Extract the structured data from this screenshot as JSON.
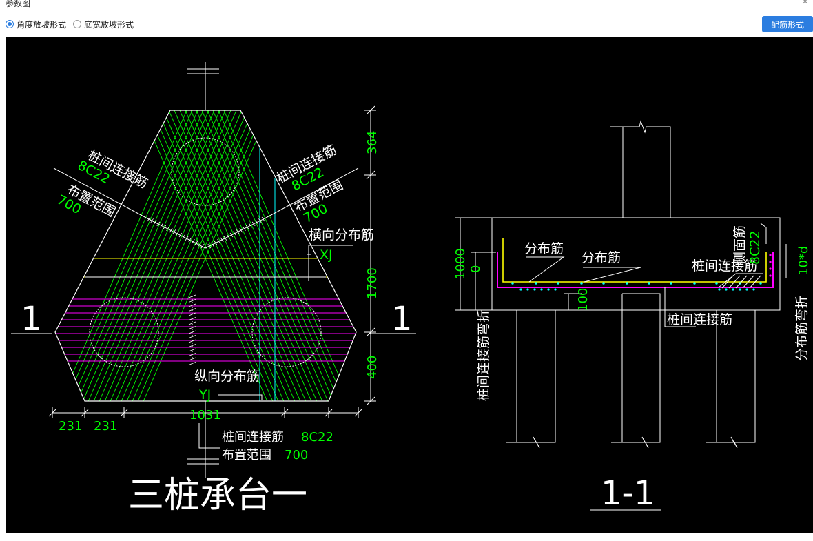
{
  "window": {
    "title": "参数图",
    "close_glyph": "×"
  },
  "toolbar": {
    "radio_angle": "角度放坡形式",
    "radio_width": "底宽放坡形式",
    "selected": "radio_angle",
    "config_button": "配筋形式"
  },
  "colors": {
    "accent": "#2b7de0",
    "canvas_bg": "#000000",
    "line": "#ffffff",
    "dim_text": "#00ff00",
    "rebar_green": "#00ff00",
    "rebar_magenta": "#ff00ff",
    "rebar_yellow": "#ffff00",
    "rebar_cyan": "#00ffff"
  },
  "plan": {
    "title": "三桩承台一",
    "section_mark_left": "1",
    "section_mark_right": "1",
    "label_left_top": "桩间连接筋",
    "label_left_top_value": "8C22",
    "label_left_bottom": "布置范围",
    "label_left_bottom_value": "700",
    "label_right_top": "桩间连接筋",
    "label_right_top_value": "8C22",
    "label_right_bottom": "布置范围",
    "label_right_bottom_value": "700",
    "label_transverse": "横向分布筋",
    "label_xj": "XJ",
    "label_longitudinal": "纵向分布筋",
    "label_yj": "YJ",
    "bottom_label_1": "桩间连接筋",
    "bottom_label_1_value": "8C22",
    "bottom_label_2": "布置范围",
    "bottom_label_2_value": "700",
    "dim_right_1": "364",
    "dim_right_2": "1700",
    "dim_right_3": "400",
    "dim_bottom_1": "231",
    "dim_bottom_2": "231",
    "dim_bottom_3": "1031"
  },
  "section": {
    "title": "1-1",
    "label_dist_1": "分布筋",
    "label_dist_2": "分布筋",
    "label_pile_conn": "桩间连接筋",
    "label_pile_conn_bottom": "桩间连接筋",
    "label_side": "侧面筋",
    "label_side_value": "8C22",
    "label_left_bend": "桩间连接筋弯折",
    "label_right_bend": "分布筋弯折",
    "dim_1000": "1000",
    "dim_0": "0",
    "dim_100": "100",
    "dim_10d": "10*d"
  }
}
